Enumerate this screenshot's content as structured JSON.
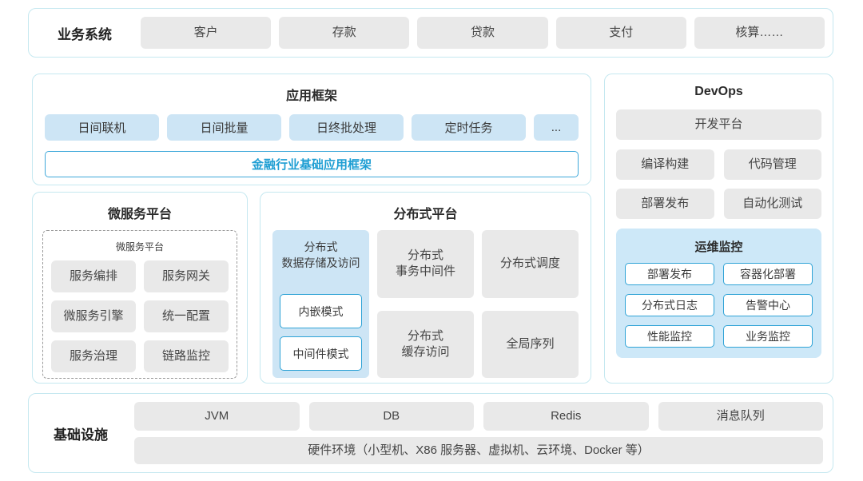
{
  "appearance": {
    "accent": "#2fa3d6",
    "panel_border": "#c5e8f0",
    "gray_box_bg": "#e9e9e9",
    "blue_box_bg": "#cde5f5",
    "monitor_bg": "#cde8f8",
    "base_framework_text": "#1e9ed3"
  },
  "business": {
    "label": "业务系统",
    "items": [
      "客户",
      "存款",
      "贷款",
      "支付",
      "核算……"
    ]
  },
  "app_framework": {
    "title": "应用框架",
    "modes": [
      "日间联机",
      "日间批量",
      "日终批处理",
      "定时任务",
      "..."
    ],
    "base": "金融行业基础应用框架"
  },
  "devops": {
    "title": "DevOps",
    "platform": "开发平台",
    "tools": [
      "编译构建",
      "代码管理",
      "部署发布",
      "自动化测试"
    ],
    "monitor": {
      "title": "运维监控",
      "items": [
        "部署发布",
        "容器化部署",
        "分布式日志",
        "告警中心",
        "性能监控",
        "业务监控"
      ]
    }
  },
  "microservice": {
    "title": "微服务平台",
    "inner_title": "微服务平台",
    "items": [
      "服务编排",
      "服务网关",
      "微服务引擎",
      "统一配置",
      "服务治理",
      "链路监控"
    ]
  },
  "distributed": {
    "title": "分布式平台",
    "storage": {
      "title": "分布式\n数据存储及访问",
      "modes": [
        "内嵌模式",
        "中间件模式"
      ]
    },
    "cells": [
      "分布式\n事务中间件",
      "分布式调度",
      "分布式\n缓存访问",
      "全局序列"
    ]
  },
  "infra": {
    "label": "基础设施",
    "items": [
      "JVM",
      "DB",
      "Redis",
      "消息队列"
    ],
    "hardware": "硬件环境（小型机、X86 服务器、虚拟机、云环境、Docker 等）"
  }
}
